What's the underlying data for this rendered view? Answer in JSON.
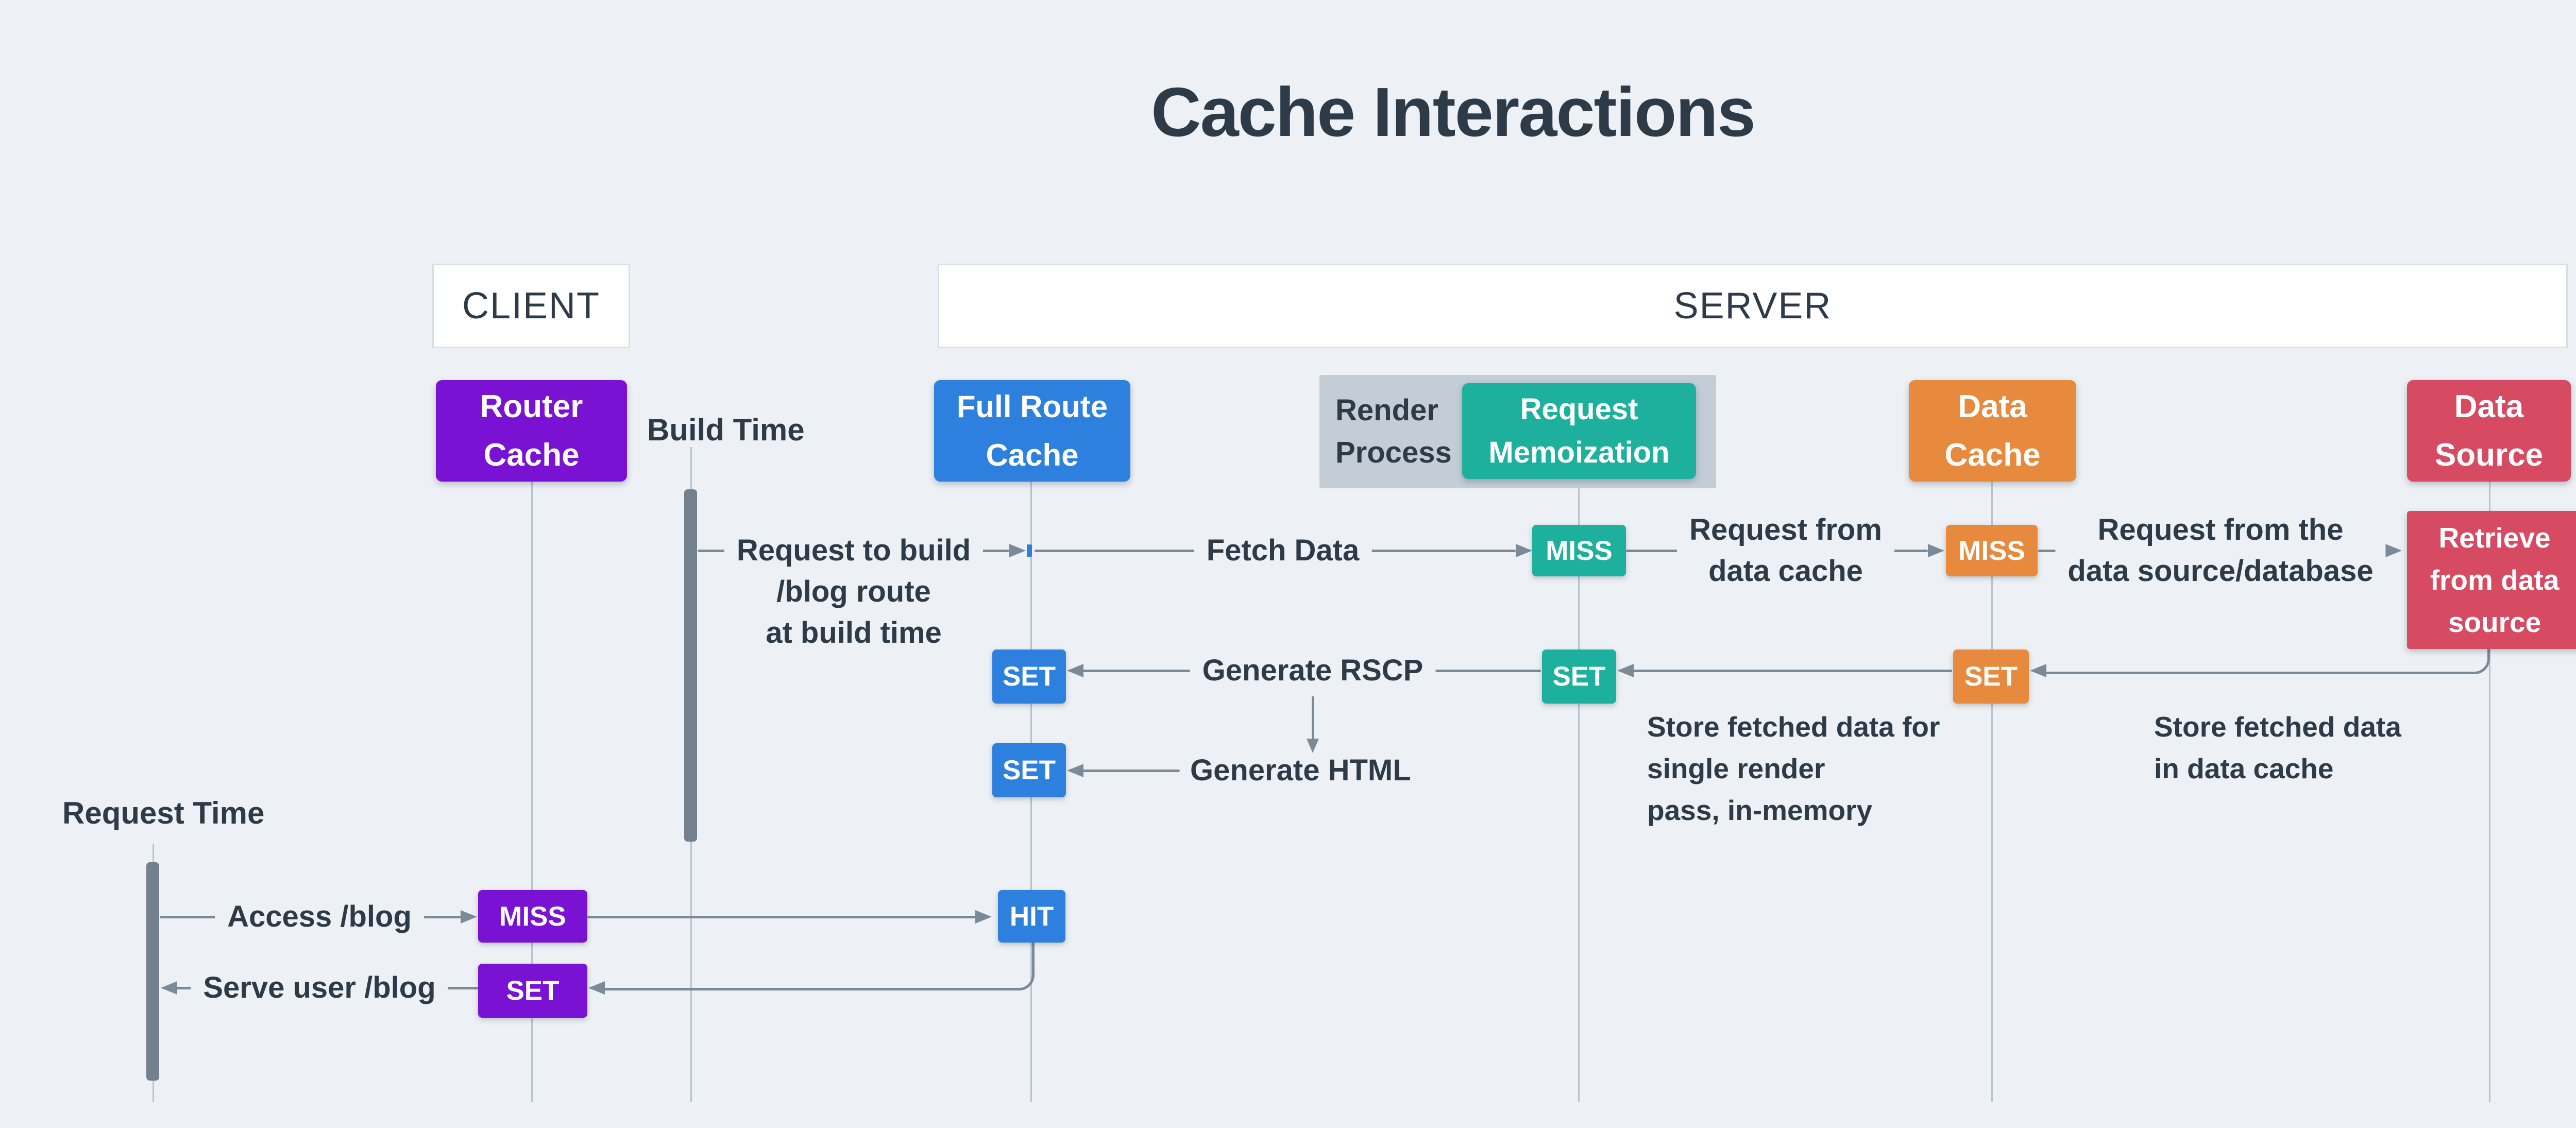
{
  "title": "Cache Interactions",
  "colors": {
    "background": "#edf1f5",
    "ink": "#2d3a48",
    "purple": "#7a12d4",
    "blue": "#2e80df",
    "teal": "#1db09d",
    "orange": "#e78a3d",
    "red": "#d64a62",
    "panel_gray": "#c4cdd5",
    "lifeline": "#b7c3cf",
    "activation": "#73808e",
    "arrow": "#7b8a99",
    "lane_bg": "#ffffff",
    "lane_border": "#d8dee6"
  },
  "lanes": {
    "client": "CLIENT",
    "server": "SERVER"
  },
  "components": {
    "router_cache": {
      "lines": [
        "Router",
        "Cache"
      ]
    },
    "full_route_cache": {
      "lines": [
        "Full Route",
        "Cache"
      ]
    },
    "render_process": {
      "lines": [
        "Render",
        "Process"
      ]
    },
    "request_memoization": {
      "lines": [
        "Request",
        "Memoization"
      ]
    },
    "data_cache": {
      "lines": [
        "Data",
        "Cache"
      ]
    },
    "data_source": {
      "lines": [
        "Data",
        "Source"
      ]
    },
    "retrieve_from_data_source": {
      "lines": [
        "Retrieve",
        "from data",
        "source"
      ]
    }
  },
  "timelines": {
    "build": "Build Time",
    "request": "Request Time"
  },
  "badges": {
    "memo_miss": "MISS",
    "data_miss": "MISS",
    "frc_set_rscp": "SET",
    "memo_set": "SET",
    "data_set": "SET",
    "frc_set_html": "SET",
    "router_miss": "MISS",
    "frc_hit": "HIT",
    "router_set": "SET"
  },
  "messages": {
    "request_to_build": [
      "Request to build",
      "/blog route",
      "at build time"
    ],
    "fetch_data": "Fetch Data",
    "request_from_data_cache": [
      "Request from",
      "data cache"
    ],
    "request_from_source": [
      "Request from the",
      "data source/database"
    ],
    "generate_rscp": "Generate RSCP",
    "generate_html": "Generate HTML",
    "access_blog": "Access /blog",
    "serve_user_blog": "Serve user /blog"
  },
  "notes": {
    "store_single_pass": [
      "Store fetched data for",
      "single render",
      "pass, in-memory"
    ],
    "store_data_cache": [
      "Store fetched data",
      "in data cache"
    ]
  }
}
